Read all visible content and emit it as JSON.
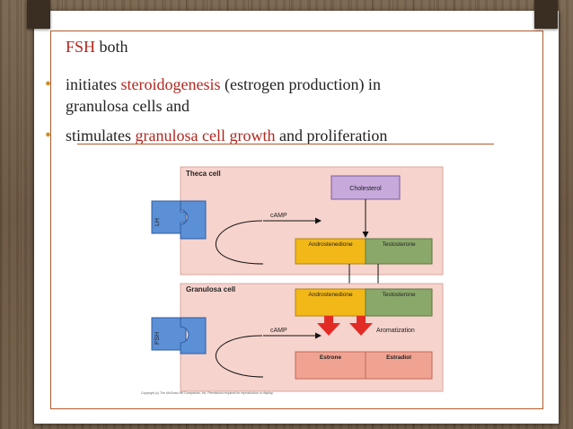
{
  "slide": {
    "lead": {
      "prefix": "FSH",
      "suffix": " both"
    },
    "bullets": [
      {
        "before": "initiates ",
        "highlight": "steroidogenesis",
        "after": " (estrogen production) in",
        "line2": "granulosa cells and"
      },
      {
        "before": "stimulates ",
        "highlight": "granulosa cell growth",
        "after": " and proliferation"
      }
    ],
    "colors": {
      "highlight": "#b3261e",
      "bullet": "#c8912f",
      "rule": "#b15a2b"
    }
  },
  "diagram": {
    "theca_label": "Theca cell",
    "granulosa_label": "Granulosa cell",
    "receptor_top": "LH",
    "receptor_bottom": "FSH",
    "cholesterol": "Cholesterol",
    "camp_top": "cAMP",
    "camp_bottom": "cAMP",
    "andro_top": "Androstenedione",
    "testo_top": "Testosterone",
    "andro_bottom": "Androstenedione",
    "testo_bottom": "Testosterone",
    "aromatization": "Aromatization",
    "estrone": "Estrone",
    "estradiol": "Estradiol",
    "credit": "Copyright (c) The McGraw-Hill Companies, Inc. Permission required for reproduction or display.",
    "colors": {
      "cell_bg": "#f6d3cc",
      "receptor": "#5b8fd6",
      "cholesterol": "#c7a9dc",
      "andro": "#f2b818",
      "testo": "#8aa86a",
      "estro": "#f1a392",
      "red_arrow": "#e32b26"
    }
  }
}
